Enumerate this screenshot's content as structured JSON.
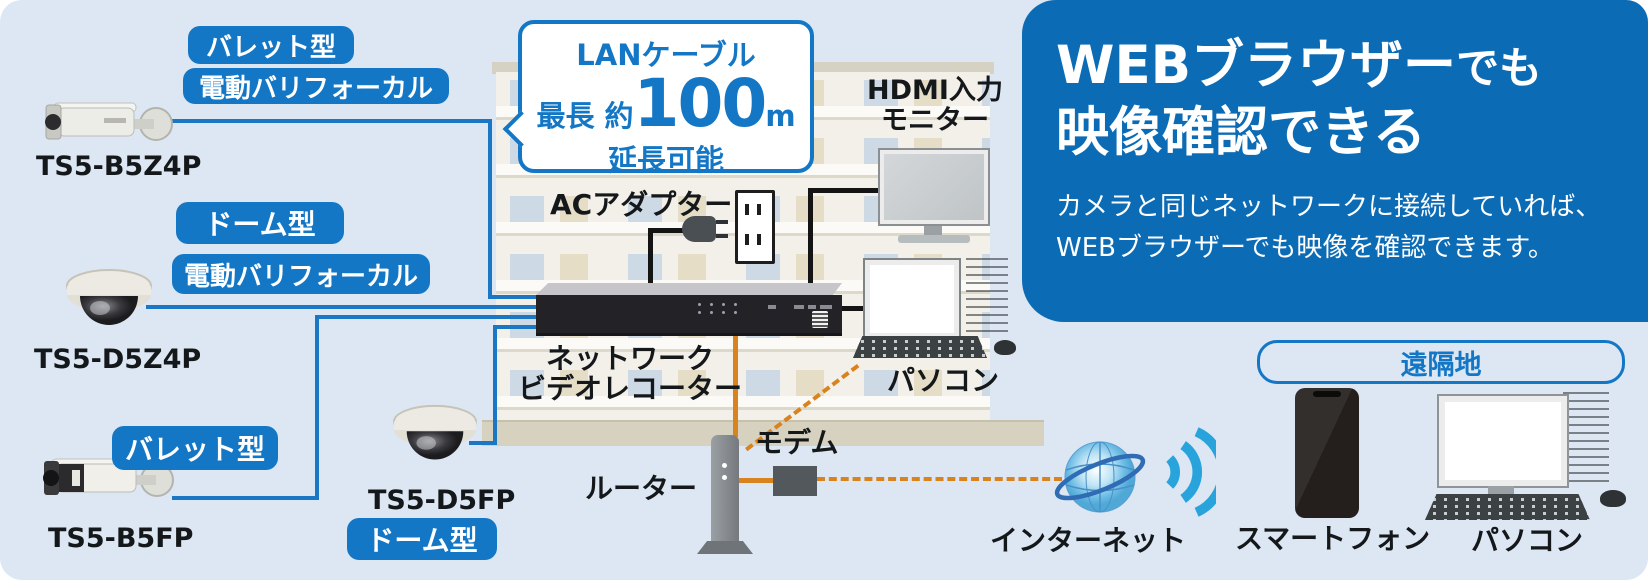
{
  "colors": {
    "background": "#dce7f3",
    "accent_blue": "#1377c6",
    "panel_blue": "#0c6bb5",
    "line_blue": "#1b76c4",
    "line_orange": "#d9831f",
    "wifi_blue": "#29a3dc"
  },
  "cameras": [
    {
      "model": "TS5-B5Z4P",
      "type": "bullet",
      "badges": [
        "バレット型",
        "電動バリフォーカル"
      ]
    },
    {
      "model": "TS5-D5Z4P",
      "type": "dome",
      "badges": [
        "ドーム型",
        "電動バリフォーカル"
      ]
    },
    {
      "model": "TS5-B5FP",
      "type": "bullet",
      "badges": [
        "バレット型"
      ]
    },
    {
      "model": "TS5-D5FP",
      "type": "dome",
      "badges": [
        "ドーム型"
      ]
    }
  ],
  "lan_callout": {
    "title": "LANケーブル",
    "prefix": "最長 約",
    "value": "100",
    "unit": "m",
    "suffix": "延長可能"
  },
  "devices": {
    "ac_adapter": "ACアダプター",
    "hdmi_monitor": [
      "HDMI入力",
      "モニター"
    ],
    "nvr": [
      "ネットワーク",
      "ビデオレコーター"
    ],
    "pc_local": "パソコン",
    "router": "ルーター",
    "modem": "モデム",
    "internet": "インターネット"
  },
  "remote": {
    "area_label": "遠隔地",
    "smartphone": "スマートフォン",
    "pc": "パソコン"
  },
  "info_panel": {
    "title_emphasis": "WEBブラウザー",
    "title_tail": "でも",
    "title_line2": "映像確認できる",
    "description_line1": "カメラと同じネットワークに接続していれば、",
    "description_line2": "WEBブラウザーでも映像を確認できます。"
  }
}
